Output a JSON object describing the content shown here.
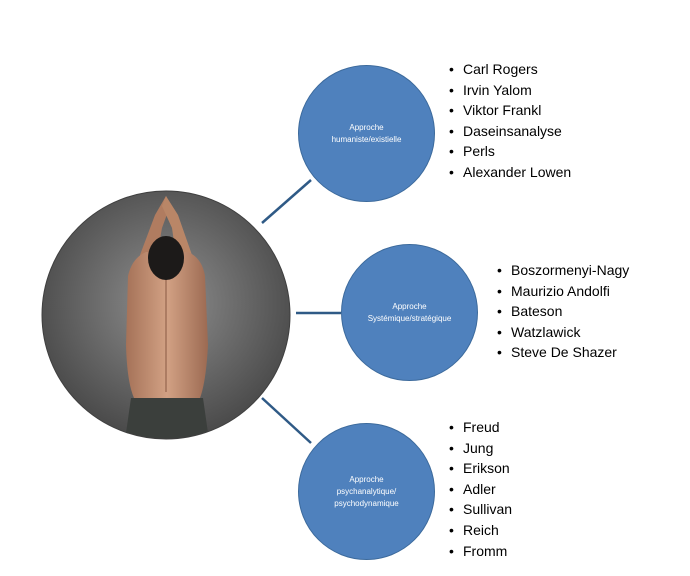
{
  "colors": {
    "bubble": "#4f81bd",
    "bubble_stroke": "#3c6a9c",
    "connector": "#2f5a86",
    "photo_bg_center": "#8f8f8f",
    "photo_bg_edge": "#4a4a4a"
  },
  "photo": {
    "icon": "person-back-raised-arms-photo"
  },
  "approaches": [
    {
      "label": "Approche\nhumaniste/existielle",
      "items": [
        "Carl Rogers",
        "Irvin Yalom",
        "Viktor Frankl",
        "Daseinsanalyse",
        "Perls",
        "Alexander Lowen"
      ]
    },
    {
      "label": "Approche\nSystémique/stratégique",
      "items": [
        "Boszormenyi-Nagy",
        "Maurizio Andolfi",
        "Bateson",
        "Watzlawick",
        "Steve De Shazer"
      ]
    },
    {
      "label": "Approche\npsychanalytique/\npsychodynamique",
      "items": [
        "Freud",
        "Jung",
        "Erikson",
        "Adler",
        "Sullivan",
        "Reich",
        "Fromm"
      ]
    }
  ]
}
